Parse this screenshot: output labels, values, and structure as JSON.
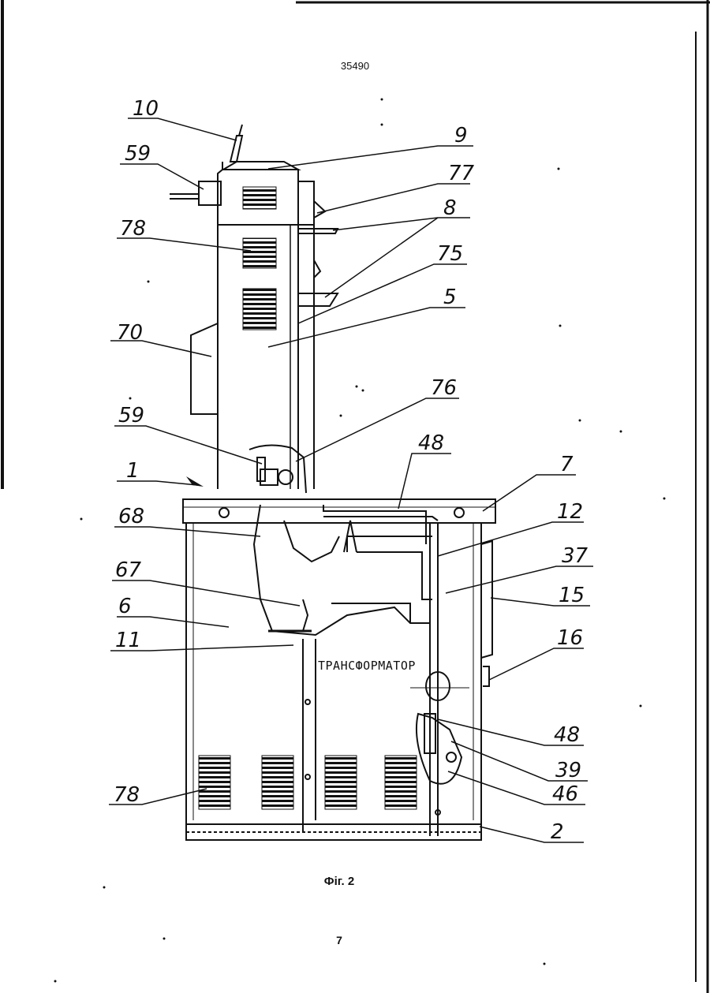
{
  "page": {
    "patent_number": "35490",
    "figure_caption": "Фіг. 2",
    "page_number": "7"
  },
  "figure": {
    "inscription": "ТРАНСФОРМАТОР",
    "labels": [
      {
        "id": "label-10-top",
        "text": "10"
      },
      {
        "id": "label-59-top",
        "text": "59"
      },
      {
        "id": "label-78-top",
        "text": "78"
      },
      {
        "id": "label-70",
        "text": "70"
      },
      {
        "id": "label-59-mid",
        "text": "59"
      },
      {
        "id": "label-1",
        "text": "1"
      },
      {
        "id": "label-68",
        "text": "68"
      },
      {
        "id": "label-67",
        "text": "67"
      },
      {
        "id": "label-6",
        "text": "6"
      },
      {
        "id": "label-11",
        "text": "11"
      },
      {
        "id": "label-78-bottom",
        "text": "78"
      },
      {
        "id": "label-9",
        "text": "9"
      },
      {
        "id": "label-77",
        "text": "77"
      },
      {
        "id": "label-8",
        "text": "8"
      },
      {
        "id": "label-75",
        "text": "75"
      },
      {
        "id": "label-5",
        "text": "5"
      },
      {
        "id": "label-76",
        "text": "76"
      },
      {
        "id": "label-48-top",
        "text": "48"
      },
      {
        "id": "label-7",
        "text": "7"
      },
      {
        "id": "label-12",
        "text": "12"
      },
      {
        "id": "label-37",
        "text": "37"
      },
      {
        "id": "label-15",
        "text": "15"
      },
      {
        "id": "label-16",
        "text": "16"
      },
      {
        "id": "label-48-bottom",
        "text": "48"
      },
      {
        "id": "label-39",
        "text": "39"
      },
      {
        "id": "label-46",
        "text": "46"
      },
      {
        "id": "label-2",
        "text": "2"
      }
    ]
  }
}
